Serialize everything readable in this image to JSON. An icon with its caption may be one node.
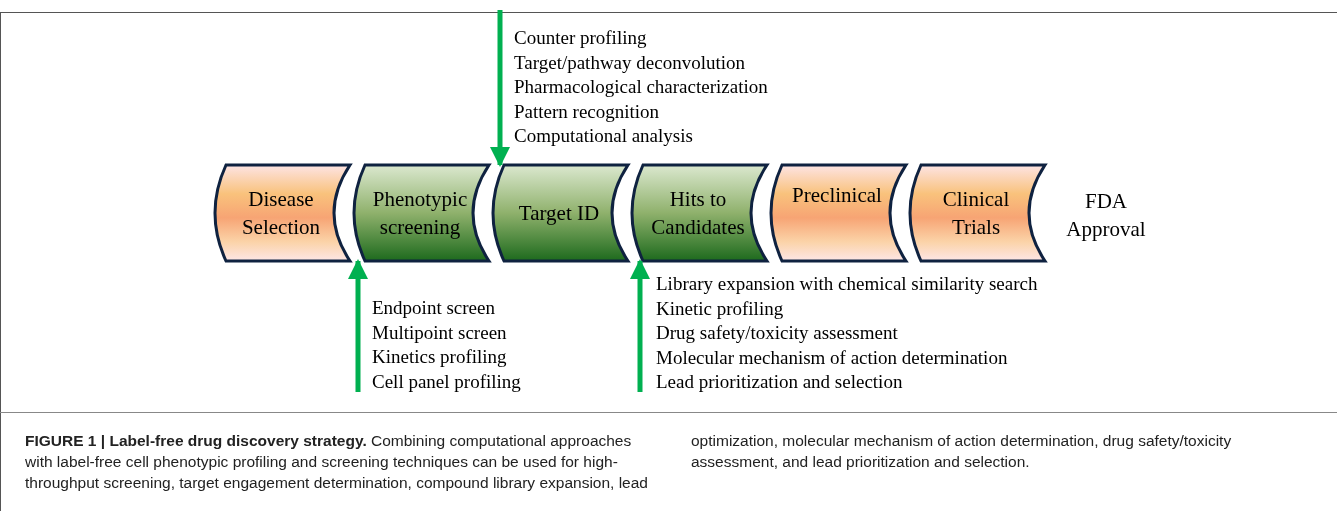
{
  "diagram": {
    "caption": "**FIGURE 1 | Label-free drug discovery strategy.** Combining computational approaches with label-free cell phenotypic profiling and screening techniques can be used for high-throughput screening, target engagement determination, compound library expansion, lead optimization, molecular mechanism of action determination, drug safety/toxicity assessment, and lead prioritization and selection.",
    "nodes": [
      {
        "text": [
          "Disease Selection"
        ]
      },
      {
        "text": [
          "Phenotypic screening"
        ]
      },
      {
        "text": [
          "Target ID"
        ]
      },
      {
        "text": [
          "Hits to Candidates"
        ]
      },
      {
        "text": [
          "Preclinical"
        ]
      },
      {
        "text": [
          "Clinical Trials"
        ]
      },
      {
        "text": [
          "FDA Approval"
        ]
      }
    ],
    "edges": [
      {
        "from": null,
        "to": 2,
        "arrow": "to"
      },
      {
        "from": null,
        "to": 1,
        "arrow": "to"
      },
      {
        "from": null,
        "to": 3,
        "arrow": "to"
      }
    ],
    "labels": [
      "Counter profiling",
      "Target/pathway deconvolution",
      "Pharmacological characterization",
      "Pattern recognition",
      "Computational analysis",
      "Library expansion with chemical similarity search",
      "Kinetic profiling",
      "Drug safety/toxicity assessment",
      "Molecular mechanism of action determination",
      "Lead prioritization and selection",
      "Endpoint screen",
      "Multipoint screen",
      "Kinetics profiling",
      "Cell panel profiling"
    ]
  }
}
